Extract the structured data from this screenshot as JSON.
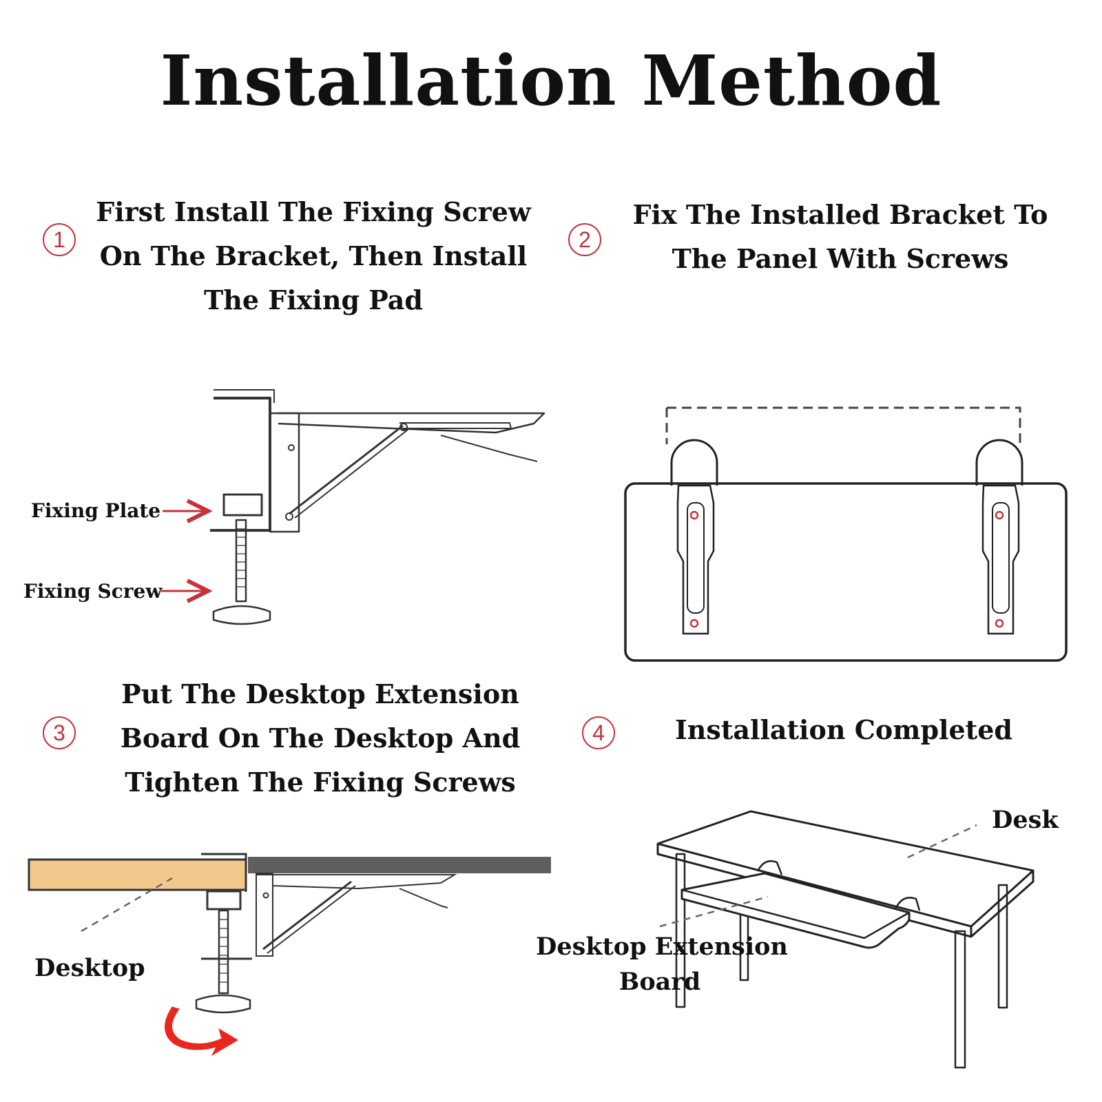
{
  "title": "Installation Method",
  "steps": [
    {
      "number": "1",
      "text": "First Install The Fixing Screw On The Bracket, Then Install The Fixing Pad"
    },
    {
      "number": "2",
      "text": "Fix The Installed Bracket To The Panel With Screws"
    },
    {
      "number": "3",
      "text": "Put The Desktop Extension Board On The Desktop And Tighten The Fixing Screws"
    },
    {
      "number": "4",
      "text": "Installation Completed"
    }
  ],
  "labels": {
    "fixing_plate": "Fixing Plate",
    "fixing_screw": "Fixing Screw",
    "desktop": "Desktop",
    "desk": "Desk",
    "extension_board_line1": "Desktop Extension",
    "extension_board_line2": "Board"
  },
  "colors": {
    "accent_red": "#c8323a",
    "wood": "#f2c98d",
    "line": "#333333",
    "dark_bar": "#5e5e5e"
  }
}
